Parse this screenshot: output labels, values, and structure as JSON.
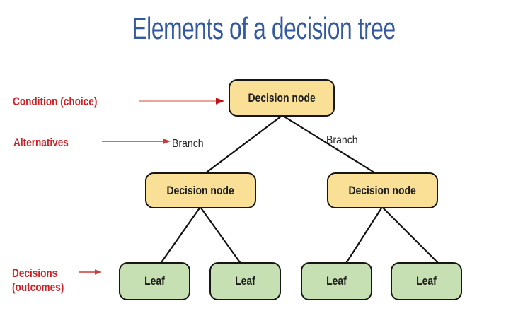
{
  "title": "Elements of a decision tree",
  "annotations": {
    "condition": "Condition (choice)",
    "alternatives": "Alternatives",
    "decisions_line1": "Decisions",
    "decisions_line2": "(outcomes)"
  },
  "branches": {
    "left": "Branch",
    "right": "Branch"
  },
  "nodes": {
    "root": "Decision node",
    "left": "Decision node",
    "right": "Decision node",
    "leaves": [
      "Leaf",
      "Leaf",
      "Leaf",
      "Leaf"
    ]
  },
  "colors": {
    "title_blue": "#33599E",
    "annotation_red": "#CD1F26",
    "arrow_light_shaft": "#E8A49E",
    "arrow_dark_head": "#BE1218",
    "arrow_solid_red": "#CE3A37",
    "connector_black": "#111111",
    "decision_fill": "#FAE097",
    "leaf_fill": "#C6DFB3",
    "node_border": "#161616"
  }
}
